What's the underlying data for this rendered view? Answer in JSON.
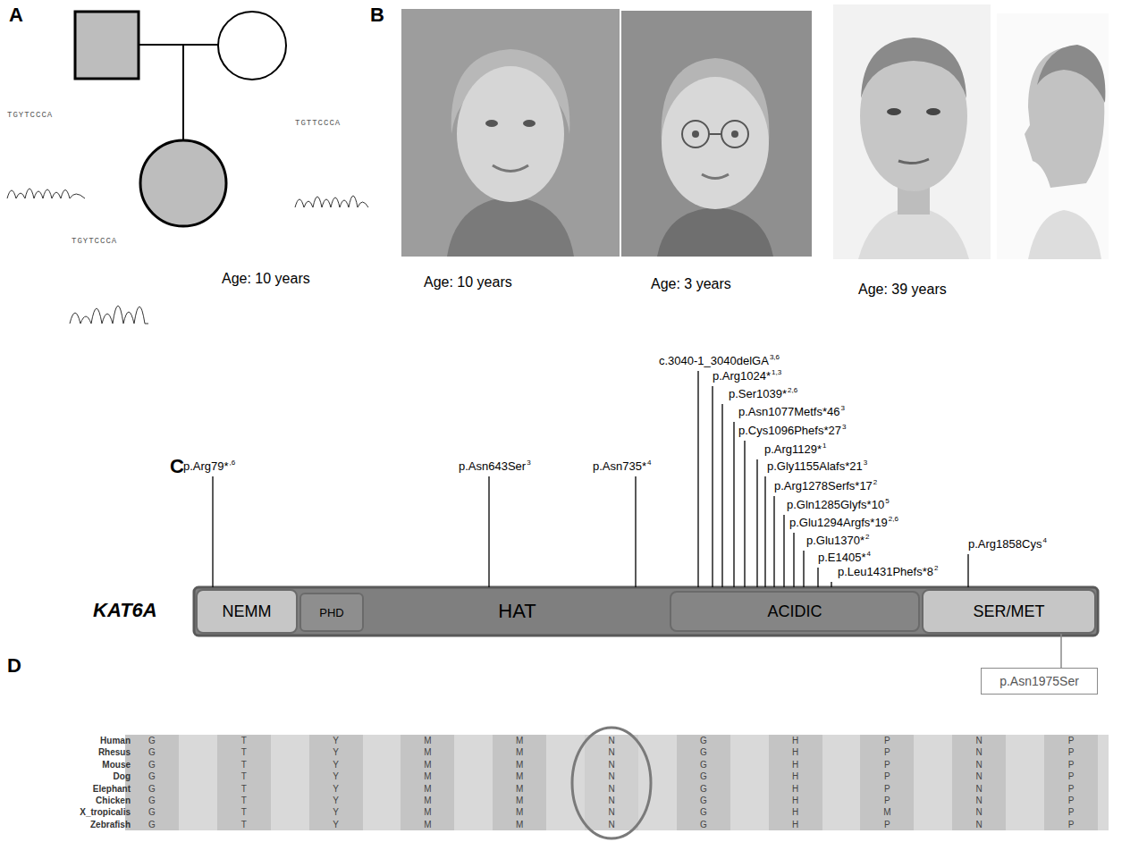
{
  "diagram": {
    "nodes": [
      {
        "text": [
          "NEMM"
        ]
      },
      {
        "text": [
          "PHD"
        ]
      },
      {
        "text": [
          "HAT"
        ]
      },
      {
        "text": [
          "ACIDIC"
        ]
      },
      {
        "text": [
          "SER/MET"
        ]
      },
      {
        "text": [
          "p.Asn1975Ser"
        ]
      }
    ],
    "edges": [
      {
        "from": 4,
        "to": 5,
        "arrow": "none"
      }
    ],
    "labels": [
      "A",
      "TGYTCCCA",
      "TGTTCCCA",
      "TGYTCCCA",
      "Age: 10 years",
      "B",
      "Age: 10 years",
      "Age: 3 years",
      "Age: 39 years",
      "C",
      "p.Arg79*",
      ",6",
      "p.Asn643Ser",
      "3",
      "p.Asn735*",
      "4",
      "c.3040-1_3040delGA",
      "3,6",
      "p.Arg1024*",
      "1,3",
      "p.Ser1039*",
      "2,6",
      "p.Asn1077Metfs*46",
      "3",
      "p.Cys1096Phefs*27",
      "3",
      "p.Arg1129*",
      "1",
      "p.Gly1155Alafs*21",
      "3",
      "p.Arg1278Serfs*17",
      "2",
      "p.Gln1285Glyfs*10",
      "5",
      "p.Glu1294Argfs*19",
      "2,6",
      "p.Glu1370*",
      "2",
      "p.E1405*",
      "4",
      "p.Leu1431Phefs*8",
      "2",
      "p.Arg1858Cys",
      "4",
      "KAT6A",
      "D",
      "Human",
      "G",
      "T",
      "Y",
      "M",
      "M",
      "N",
      "G",
      "H",
      "P",
      "N",
      "P",
      "Rhesus",
      "G",
      "T",
      "Y",
      "M",
      "M",
      "N",
      "G",
      "H",
      "P",
      "N",
      "P",
      "Mouse",
      "G",
      "T",
      "Y",
      "M",
      "M",
      "N",
      "G",
      "H",
      "P",
      "N",
      "P",
      "Dog",
      "G",
      "T",
      "Y",
      "M",
      "M",
      "N",
      "G",
      "H",
      "P",
      "N",
      "P",
      "Elephant",
      "G",
      "T",
      "Y",
      "M",
      "M",
      "N",
      "G",
      "H",
      "P",
      "N",
      "P",
      "Chicken",
      "G",
      "T",
      "Y",
      "M",
      "M",
      "N",
      "G",
      "H",
      "P",
      "N",
      "P",
      "X_tropicalis",
      "G",
      "T",
      "Y",
      "M",
      "M",
      "N",
      "G",
      "H",
      "M",
      "N",
      "P",
      "Zebrafish",
      "G",
      "T",
      "Y",
      "M",
      "M",
      "N",
      "G",
      "H",
      "P",
      "N",
      "P"
    ]
  }
}
